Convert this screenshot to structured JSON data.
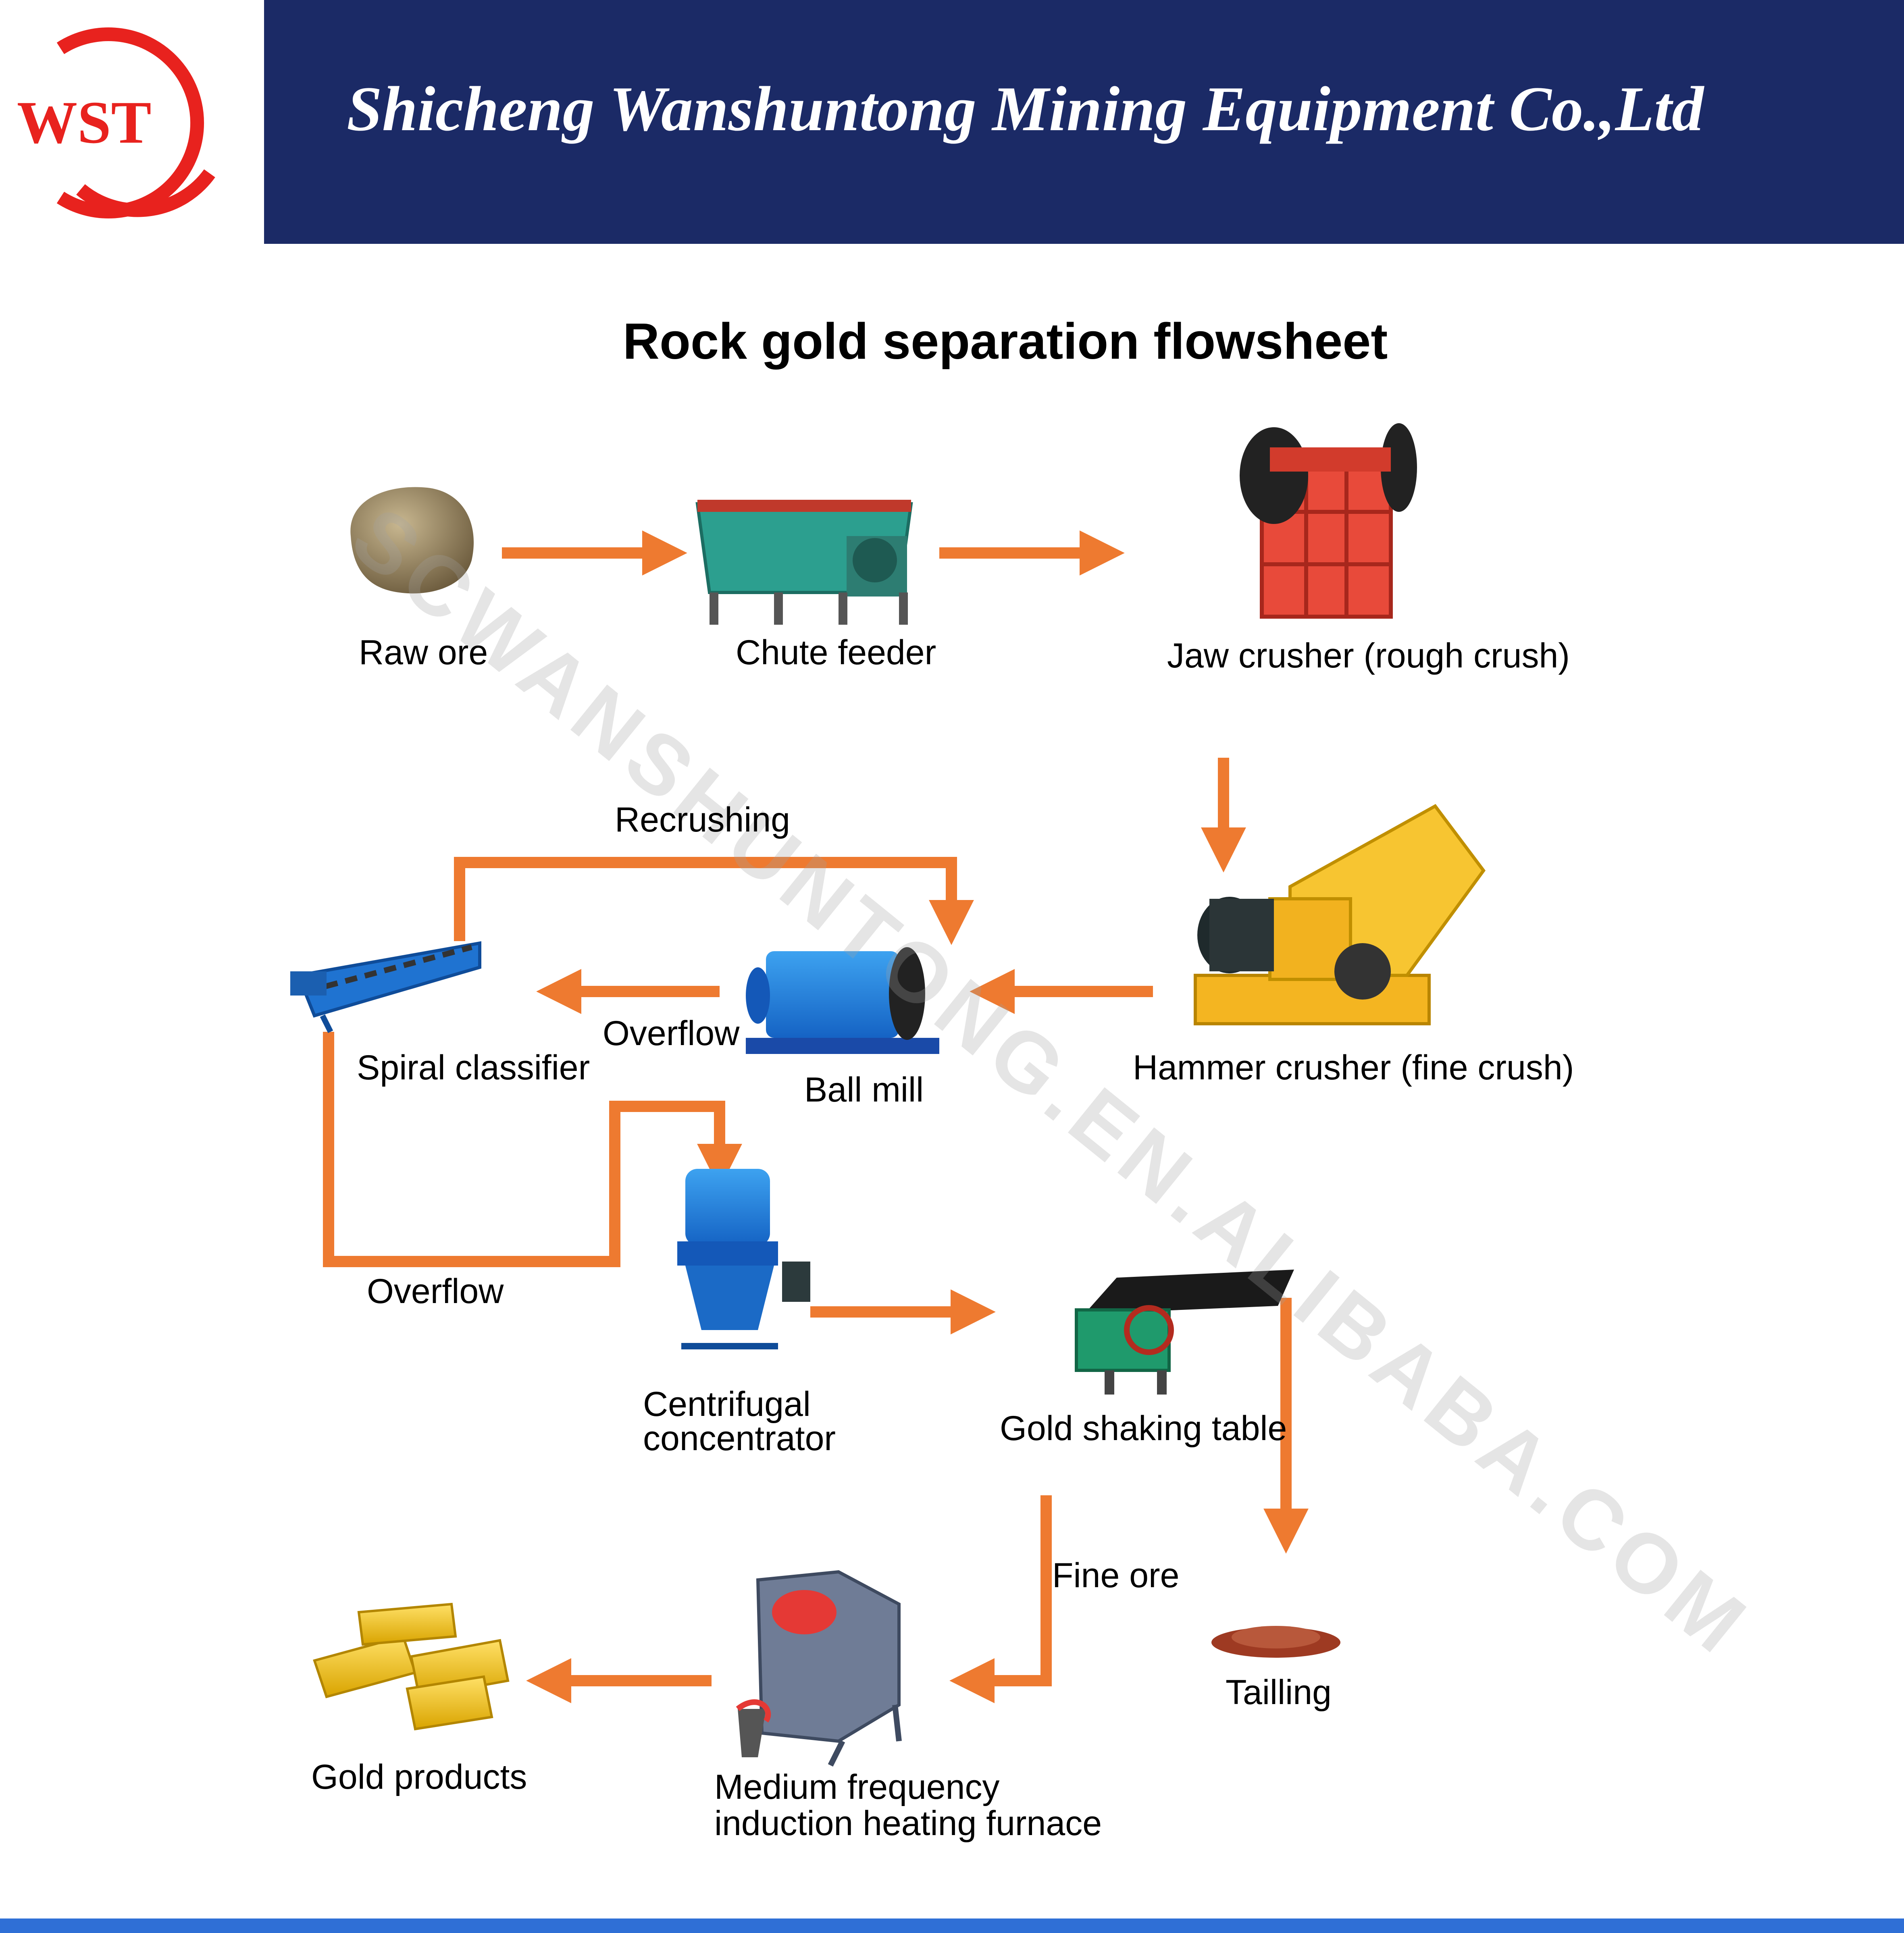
{
  "header": {
    "logo_text": "WST",
    "company_name": "Shicheng Wanshuntong Mining Equipment Co.,Ltd"
  },
  "title": "Rock gold separation flowsheet",
  "watermark": "SCWANSHUNTONG.EN.ALIBABA.COM",
  "nodes": {
    "raw_ore": "Raw ore",
    "chute_feeder": "Chute feeder",
    "jaw_crusher": "Jaw crusher (rough crush)",
    "hammer_crusher": "Hammer crusher (fine crush)",
    "ball_mill": "Ball mill",
    "spiral_classifier": "Spiral classifier",
    "centrifugal_concentrator_line1": "Centrifugal",
    "centrifugal_concentrator_line2": "concentrator",
    "gold_shaking_table": "Gold shaking table",
    "tailling": "Tailling",
    "furnace_line1": "Medium frequency",
    "furnace_line2": "induction heating furnace",
    "gold_products": "Gold products"
  },
  "flow_labels": {
    "recrushing": "Recrushing",
    "overflow_ball_mill": "Overflow",
    "overflow_classifier": "Overflow",
    "fine_ore": "Fine ore"
  },
  "colors": {
    "header_bg": "#1b2a66",
    "logo_red": "#e8221e",
    "arrow_orange": "#ee7a30",
    "bottom_bar": "#2f6fd6"
  }
}
